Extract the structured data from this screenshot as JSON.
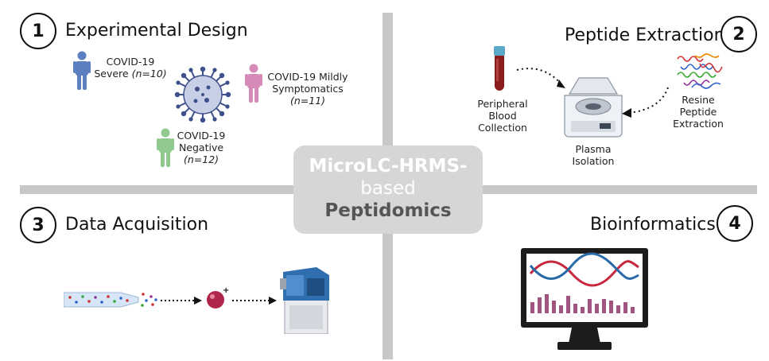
{
  "center": {
    "line1": "MicroLC-HRMS-",
    "line2": "based",
    "line3": "Peptidomics"
  },
  "sections": {
    "s1": {
      "num": "1",
      "title": "Experimental Design"
    },
    "s2": {
      "num": "2",
      "title": "Peptide Extraction"
    },
    "s3": {
      "num": "3",
      "title": "Data Acquisition"
    },
    "s4": {
      "num": "4",
      "title": "Bioinformatics"
    }
  },
  "groups": {
    "severe": {
      "name": "COVID-19",
      "desc": "Severe",
      "n": "(n=10)"
    },
    "mild": {
      "name": "COVID-19 Mildly",
      "desc": "Symptomatics",
      "n": "(n=11)"
    },
    "negative": {
      "name": "COVID-19",
      "desc": "Negative",
      "n": "(n=12)"
    }
  },
  "extraction": {
    "blood": [
      "Peripheral",
      "Blood",
      "Collection"
    ],
    "plasma": [
      "Plasma",
      "Isolation"
    ],
    "resine": [
      "Resine",
      "Peptide",
      "Extraction"
    ]
  },
  "colors": {
    "severe": "#5b7fc0",
    "mild": "#d58ab8",
    "negative": "#8fc98f",
    "virus": "#3d4f8a",
    "tube": "#8b1d1d",
    "instrument": "#2f6fb0",
    "helix_red": "#c7283e",
    "helix_blue": "#2a6aa8",
    "bars": "#a0547f"
  },
  "icons": [
    "person-icon",
    "virus-icon",
    "blood-tube-icon",
    "centrifuge-icon",
    "peptide-icon",
    "capillary-icon",
    "ion-icon",
    "mass-spectrometer-icon",
    "monitor-icon",
    "dna-helix-icon"
  ]
}
